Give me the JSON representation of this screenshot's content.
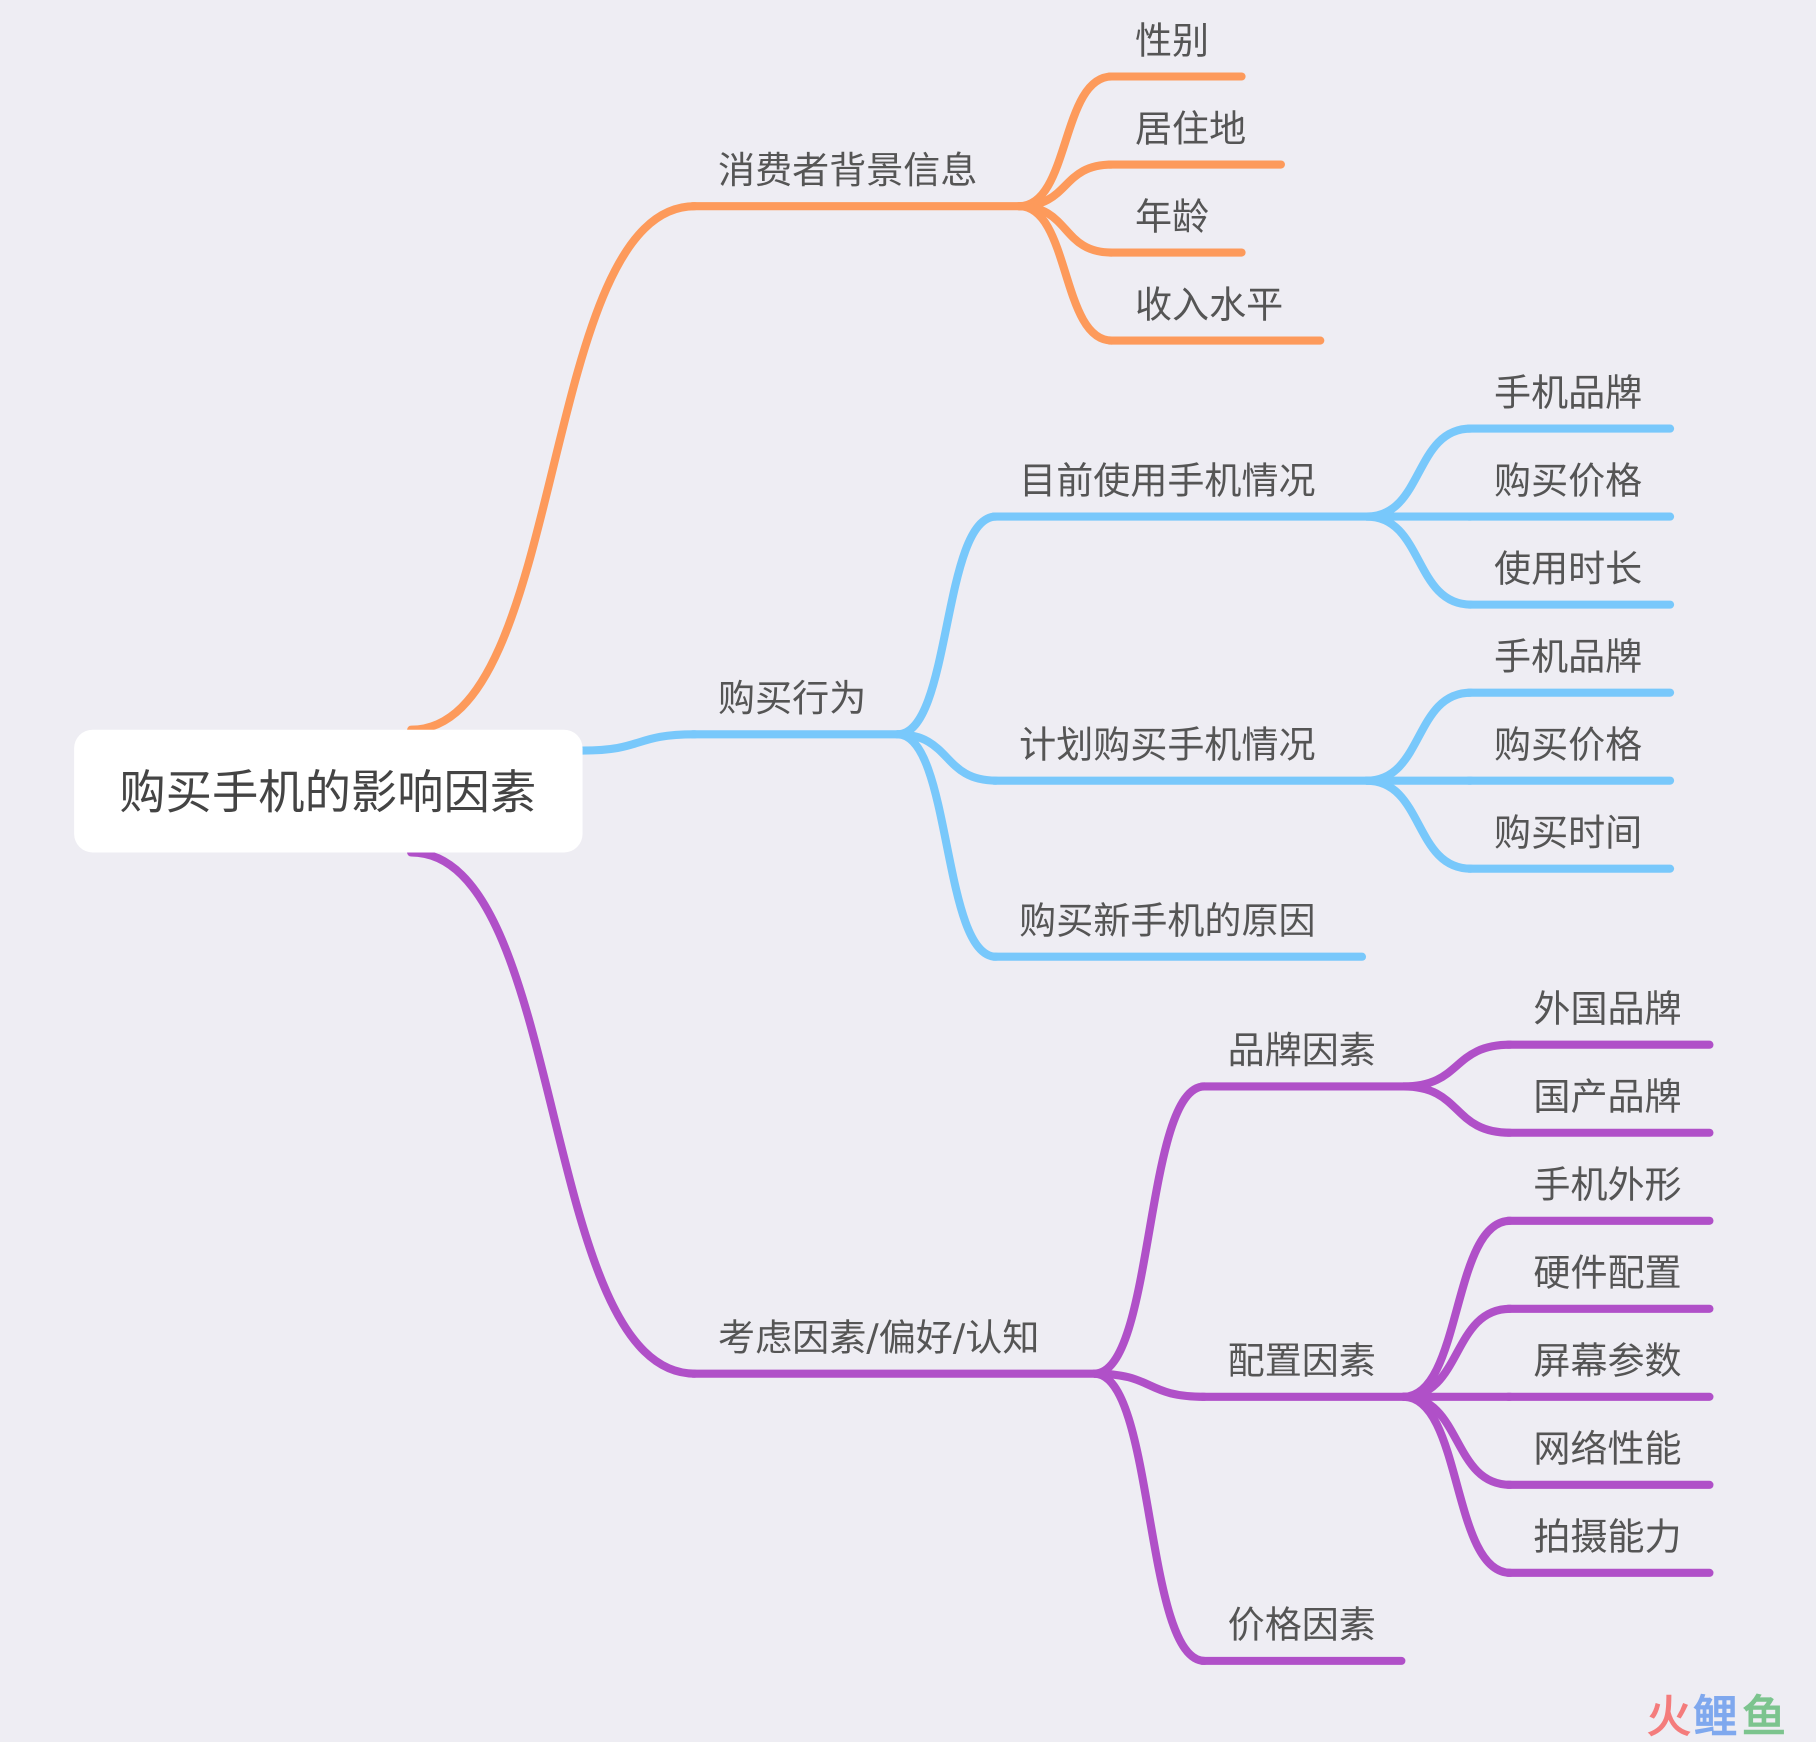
{
  "root": {
    "title": "购买手机的影响因素"
  },
  "colors": {
    "background": "#eeedf3",
    "branch1": "#fd9a5b",
    "branch2": "#78c8fb",
    "branch3": "#b050c8"
  },
  "branches": [
    {
      "label": "消费者背景信息",
      "children": [
        {
          "label": "性别"
        },
        {
          "label": "居住地"
        },
        {
          "label": "年龄"
        },
        {
          "label": "收入水平"
        }
      ]
    },
    {
      "label": "购买行为",
      "children": [
        {
          "label": "目前使用手机情况",
          "children": [
            {
              "label": "手机品牌"
            },
            {
              "label": "购买价格"
            },
            {
              "label": "使用时长"
            }
          ]
        },
        {
          "label": "计划购买手机情况",
          "children": [
            {
              "label": "手机品牌"
            },
            {
              "label": "购买价格"
            },
            {
              "label": "购买时间"
            }
          ]
        },
        {
          "label": "购买新手机的原因"
        }
      ]
    },
    {
      "label": "考虑因素/偏好/认知",
      "children": [
        {
          "label": "品牌因素",
          "children": [
            {
              "label": "外国品牌"
            },
            {
              "label": "国产品牌"
            }
          ]
        },
        {
          "label": "配置因素",
          "children": [
            {
              "label": "手机外形"
            },
            {
              "label": "硬件配置"
            },
            {
              "label": "屏幕参数"
            },
            {
              "label": "网络性能"
            },
            {
              "label": "拍摄能力"
            }
          ]
        },
        {
          "label": "价格因素"
        }
      ]
    }
  ],
  "watermark": {
    "chars": [
      "火",
      "鲤",
      "鱼"
    ],
    "colors": [
      "#f47c7c",
      "#7fa8ee",
      "#7cc48e"
    ]
  }
}
